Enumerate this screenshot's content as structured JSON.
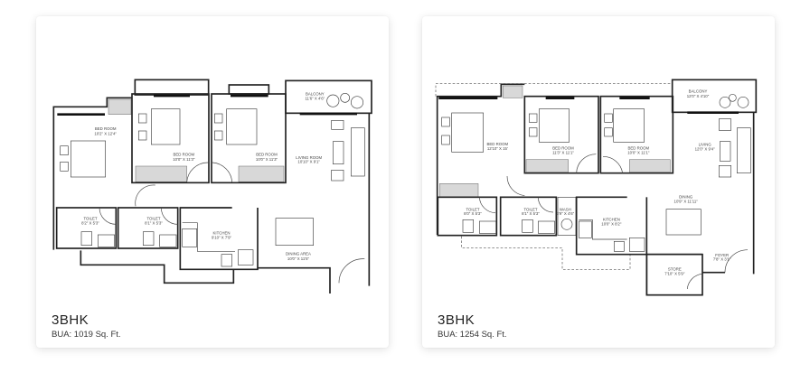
{
  "cards": [
    {
      "title": "3BHK",
      "bua": "BUA: 1019 Sq. Ft.",
      "rooms": [
        {
          "name": "BED ROOM",
          "size": "10'2\" X 12'4\""
        },
        {
          "name": "BED ROOM",
          "size": "10'0\" X 11'3\""
        },
        {
          "name": "BED ROOM",
          "size": "10'0\" X 11'3\""
        },
        {
          "name": "BALCONY",
          "size": "11'6\" X 4'6\""
        },
        {
          "name": "LIVING ROOM",
          "size": "10'10\" X 9'1\""
        },
        {
          "name": "TOILET",
          "size": "8'2\" X 5'3\""
        },
        {
          "name": "TOILET",
          "size": "8'1\" X 5'3\""
        },
        {
          "name": "KITCHEN",
          "size": "9'10\" X 7'9\""
        },
        {
          "name": "DINING AREA",
          "size": "10'0\" X 11'5\""
        }
      ]
    },
    {
      "title": "3BHK",
      "bua": "BUA: 1254 Sq. Ft.",
      "rooms": [
        {
          "name": "BED ROOM",
          "size": "12'10\" X 15'"
        },
        {
          "name": "BED ROOM",
          "size": "11'3\" X 11'1\""
        },
        {
          "name": "BED ROOM",
          "size": "10'0\" X 11'1\""
        },
        {
          "name": "BALCONY",
          "size": "12'0\" X 4'10\""
        },
        {
          "name": "LIVING",
          "size": "12'0\" X 9'4\""
        },
        {
          "name": "TOILET",
          "size": "8'0\" X 5'3\""
        },
        {
          "name": "TOILET",
          "size": "8'1\" X 5'3\""
        },
        {
          "name": "WASH",
          "size": "3'9\" X 4'6\""
        },
        {
          "name": "KITCHEN",
          "size": "10'0\" X 8'2\""
        },
        {
          "name": "DINING",
          "size": "10'9\" X 11'11\""
        },
        {
          "name": "FOYER",
          "size": "7'8\" X 3'1\""
        },
        {
          "name": "STORE",
          "size": "7'10\" X 5'9\""
        }
      ]
    }
  ]
}
